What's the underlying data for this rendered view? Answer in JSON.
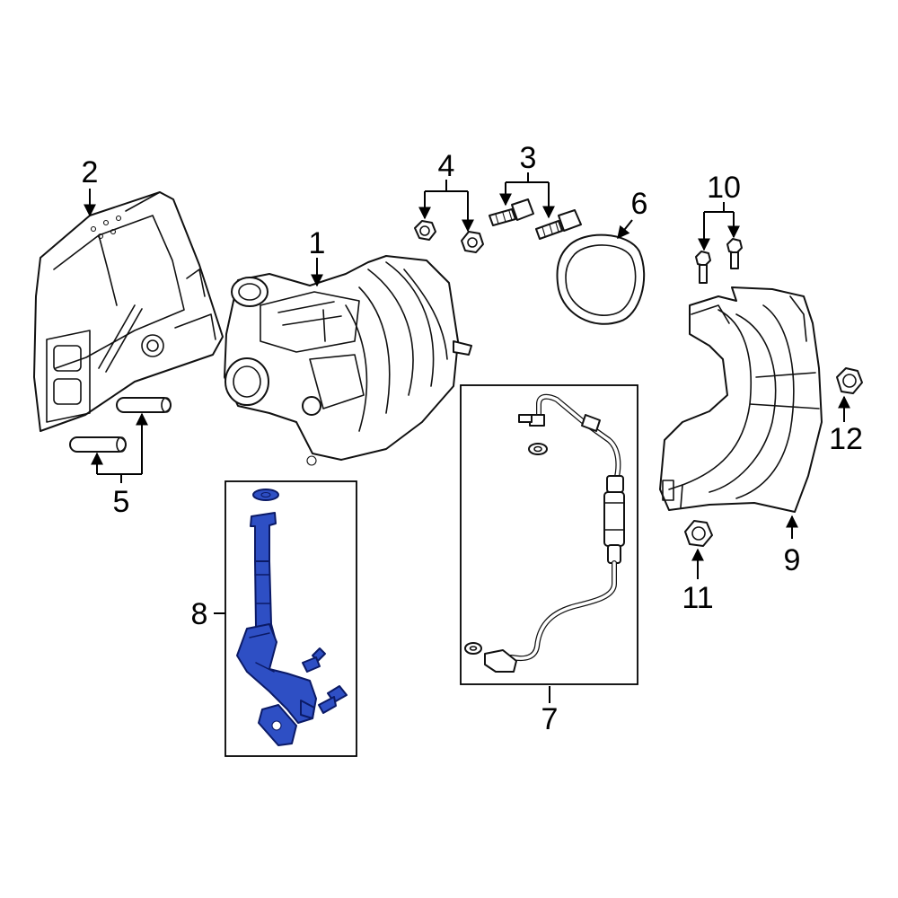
{
  "callouts": {
    "c1": "1",
    "c2": "2",
    "c3": "3",
    "c4": "4",
    "c5": "5",
    "c6": "6",
    "c7": "7",
    "c8": "8",
    "c9": "9",
    "c10": "10",
    "c11": "11",
    "c12": "12"
  },
  "colors": {
    "highlight_part": "#2e4fc4",
    "line_art": "#111111"
  },
  "highlighted_callout": "8"
}
